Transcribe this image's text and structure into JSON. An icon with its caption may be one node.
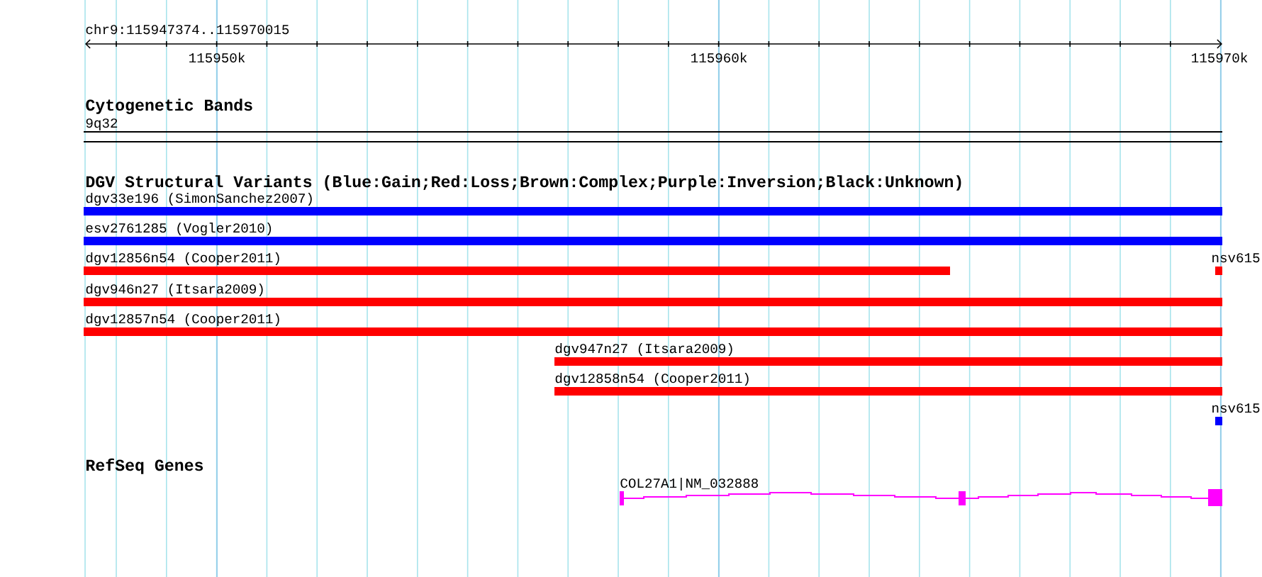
{
  "diagram": {
    "nodes": [
      {
        "text": [
          "9q32"
        ]
      },
      {
        "text": [
          "dgv33e196 (SimonSanchez2007)"
        ]
      },
      {
        "text": [
          "esv2761285 (Vogler2010)"
        ]
      },
      {
        "text": [
          "dgv12856n54 (Cooper2011)"
        ]
      },
      {
        "text": [
          "nsv615"
        ]
      },
      {
        "text": [
          "dgv946n27 (Itsara2009)"
        ]
      },
      {
        "text": [
          "dgv12857n54 (Cooper2011)"
        ]
      },
      {
        "text": [
          "dgv947n27 (Itsara2009)"
        ]
      },
      {
        "text": [
          "dgv12858n54 (Cooper2011)"
        ]
      },
      {
        "text": [
          "nsv615"
        ]
      },
      {
        "text": [
          "COL27A1|NM_032888"
        ]
      }
    ],
    "edges": [],
    "labels": [
      "chr9:115947374..115970015",
      "115950k",
      "115960k",
      "115970k",
      "Cytogenetic Bands",
      "DGV Structural Variants (Blue:Gain;Red:Loss;Brown:Complex;Purple:Inversion;Black:Unknown)",
      "RefSeq Genes"
    ]
  }
}
